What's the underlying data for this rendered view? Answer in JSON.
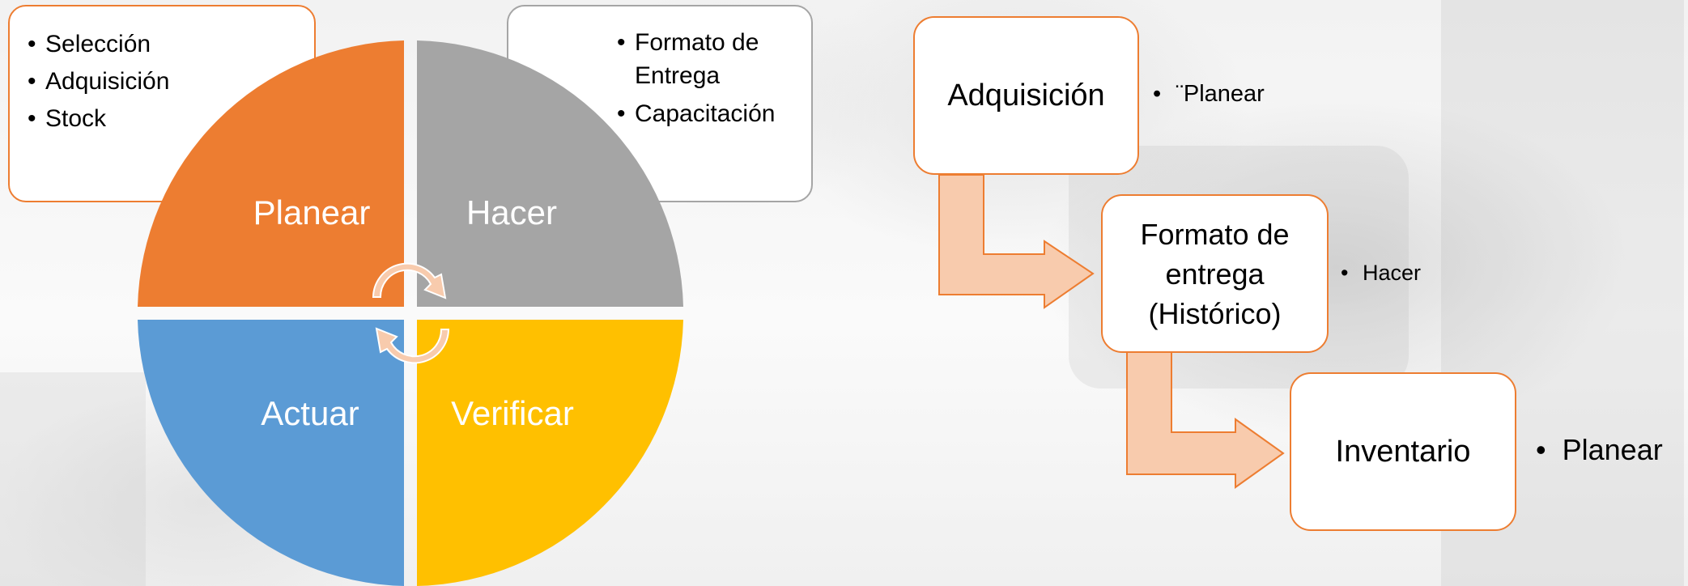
{
  "pdca": {
    "quadrants": {
      "plan": {
        "label": "Planear",
        "color": "#ed7d31"
      },
      "do": {
        "label": "Hacer",
        "color": "#a5a5a5"
      },
      "act": {
        "label": "Actuar",
        "color": "#5b9bd5"
      },
      "check": {
        "label": "Verificar",
        "color": "#ffc000"
      }
    },
    "cycle_arrow_color": "#f8cbad"
  },
  "callouts": {
    "plan": [
      "Selección",
      "Adquisición",
      "Stock"
    ],
    "do": [
      "Formato de Entrega",
      "Capacitación"
    ]
  },
  "flow": {
    "box_border_color": "#ed7d31",
    "arrow_fill_color": "#f8cbad",
    "steps": [
      {
        "label": "Adquisición",
        "note": "¨Planear"
      },
      {
        "label": "Formato de entrega (Histórico)",
        "note": "Hacer"
      },
      {
        "label": "Inventario",
        "note": "Planear"
      }
    ]
  }
}
